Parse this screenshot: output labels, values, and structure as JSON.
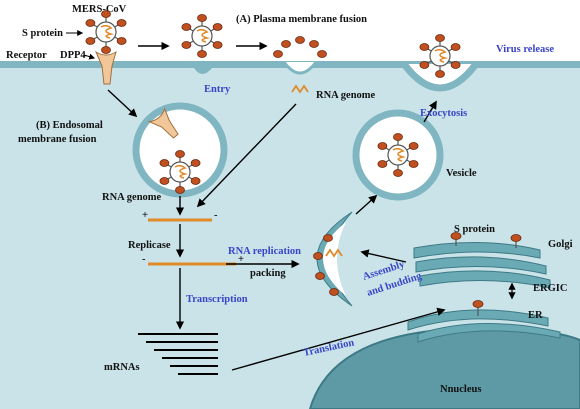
{
  "labels": {
    "virus_name": "MERS-CoV",
    "s_protein_top": "S protein",
    "receptor": "Receptor",
    "dpp4": "DPP4",
    "plasma_fusion": "(A) Plasma membrane fusion",
    "endosomal_fusion_line1": "(B) Endosomal",
    "endosomal_fusion_line2": "membrane fusion",
    "entry": "Entry",
    "rna_genome_right": "RNA genome",
    "rna_genome_left": "RNA genome",
    "replicase": "Replicase",
    "plus_sign": "+",
    "minus_sign": "-",
    "rna_replication": "RNA replication",
    "packing": "packing",
    "transcription": "Transcription",
    "mrnas": "mRNAs",
    "translation": "Translation",
    "assembly": "Assembly",
    "and_budding": "and budding",
    "vesicle": "Vesicle",
    "exocytosis": "Exocytosis",
    "virus_release": "Virus release",
    "s_protein_golgi": "S protein",
    "golgi": "Golgi",
    "ergic": "ERGIC",
    "er": "ER",
    "nucleus": "Nnucleus"
  },
  "colors": {
    "cytoplasm": "#c9e3e8",
    "membrane": "#7fb6c1",
    "spike": "#c0501f",
    "rna": "#e08a2a",
    "blue_label": "#3a45c8",
    "nucleus": "#5e9aa6",
    "golgi": "#6aaab4"
  }
}
